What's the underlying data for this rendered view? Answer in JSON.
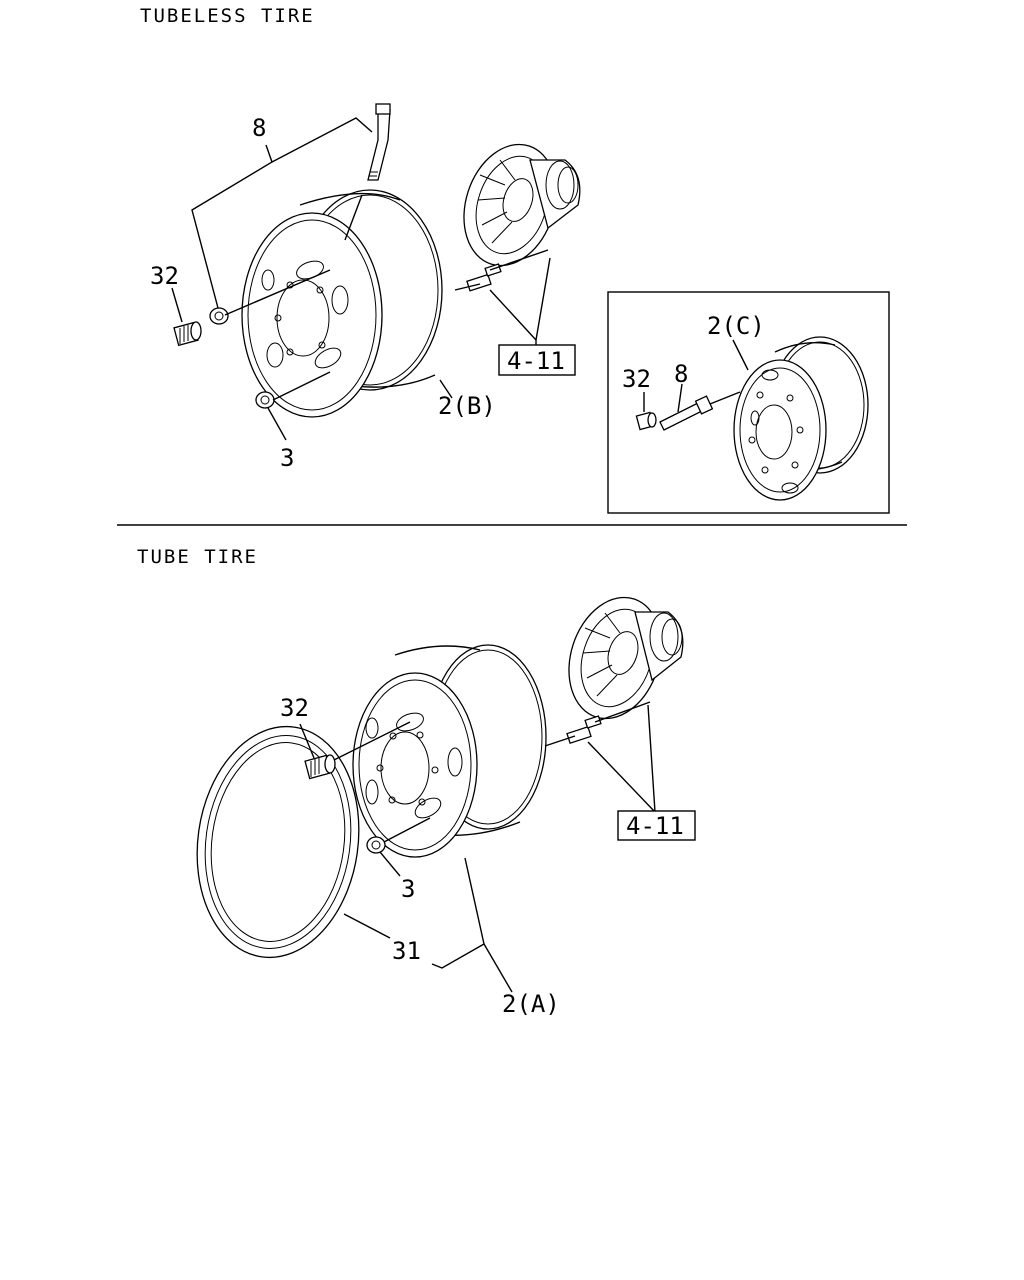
{
  "sections": {
    "tubeless": {
      "title": "TUBELESS TIRE"
    },
    "tube": {
      "title": "TUBE TIRE"
    }
  },
  "callouts": {
    "tubeless": {
      "valve": "8",
      "cap": "32",
      "nut": "3",
      "wheel": "2(B)",
      "ref_hub": "4-11"
    },
    "inset": {
      "wheel": "2(C)",
      "cap": "32",
      "valve": "8"
    },
    "tube": {
      "cap": "32",
      "nut": "3",
      "flap": "31",
      "wheel": "2(A)",
      "ref_hub": "4-11"
    }
  }
}
